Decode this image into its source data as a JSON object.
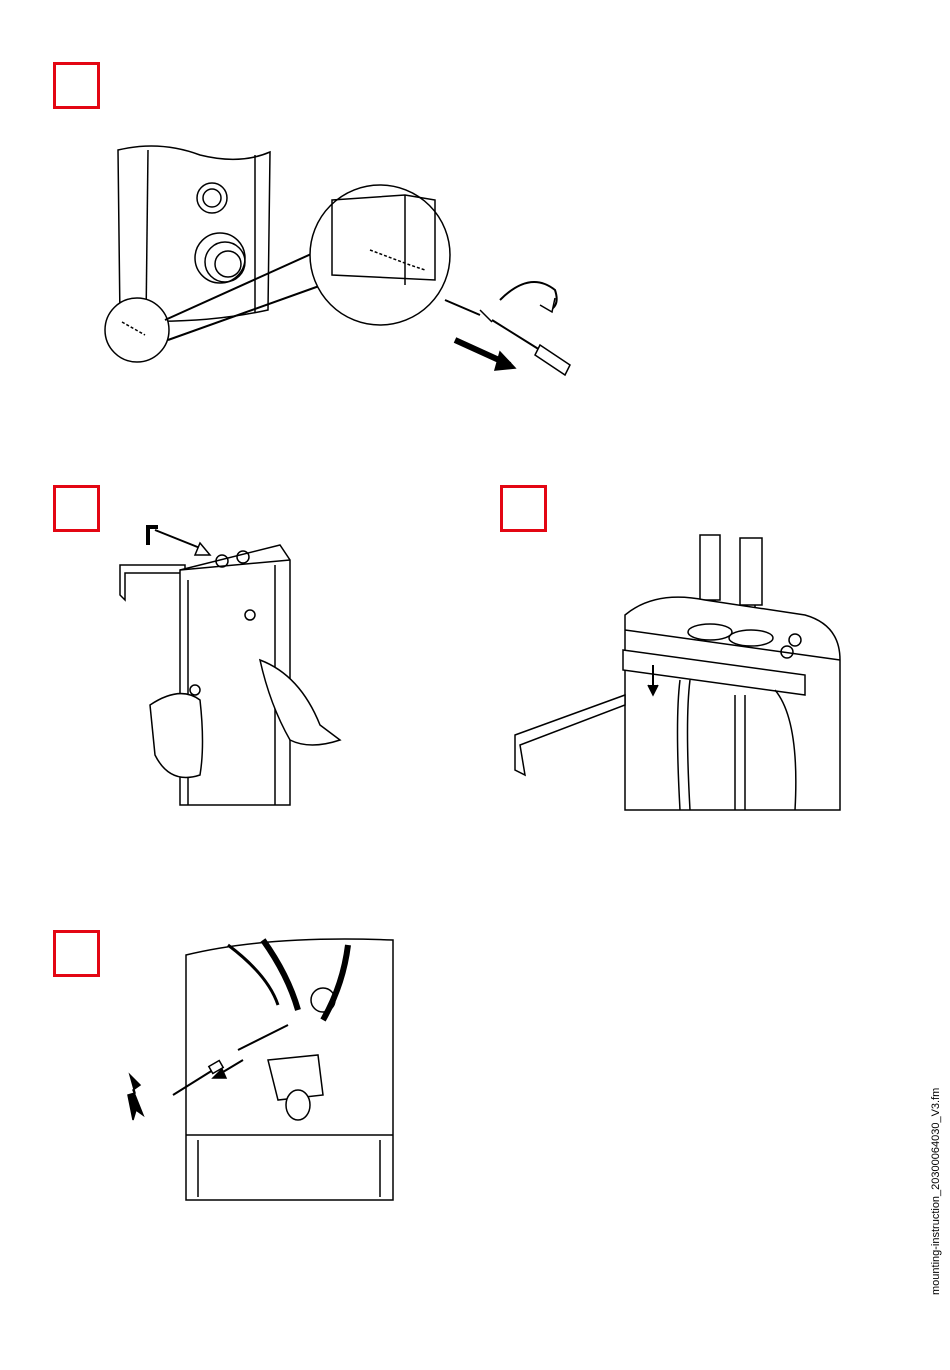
{
  "page": {
    "footer_filename": "mounting-instruction_20300064030_V3.fm"
  },
  "steps": [
    {
      "id": 1,
      "illustration": "remove-screw-with-screwdriver"
    },
    {
      "id": 2,
      "illustration": "lift-column-off-wall-bracket"
    },
    {
      "id": 3,
      "illustration": "hook-column-onto-bracket"
    },
    {
      "id": 4,
      "illustration": "disconnect-electrical-plug"
    }
  ],
  "colors": {
    "step_box_border": "#e30613",
    "line_art": "#000000"
  }
}
